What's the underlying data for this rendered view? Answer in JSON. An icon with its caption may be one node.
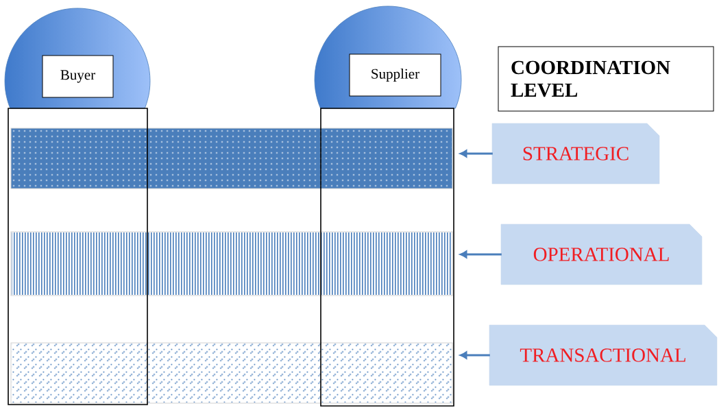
{
  "diagram": {
    "nodes": [
      {
        "text": [
          "Buyer"
        ]
      },
      {
        "text": [
          "Supplier"
        ]
      },
      {
        "text": [
          "COORDINATION LEVEL"
        ]
      },
      {
        "text": [],
        "shape": "bar"
      },
      {
        "text": [],
        "shape": "bar"
      },
      {
        "text": [],
        "shape": "bar"
      },
      {
        "text": [
          "STRATEGIC"
        ]
      },
      {
        "text": [
          "OPERATIONAL"
        ]
      },
      {
        "text": [
          "TRANSACTIONAL"
        ]
      },
      {
        "text": [],
        "shape": "box"
      },
      {
        "text": [],
        "shape": "box"
      }
    ],
    "edges": [
      {
        "from": 6,
        "to": 3,
        "arrow": "to"
      },
      {
        "from": 7,
        "to": 4,
        "arrow": "to"
      },
      {
        "from": 8,
        "to": 5,
        "arrow": "to"
      }
    ]
  }
}
